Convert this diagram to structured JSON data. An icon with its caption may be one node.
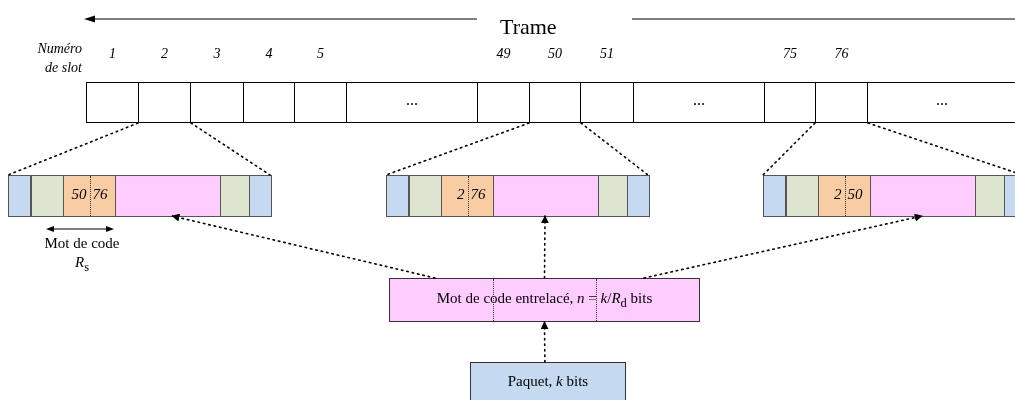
{
  "diagram": {
    "title": "Trame",
    "nodes": [
      {
        "text": [],
        "shape": "box",
        "beside": [
          "1"
        ]
      },
      {
        "text": [],
        "shape": "box",
        "beside": [
          "2"
        ]
      },
      {
        "text": [],
        "shape": "box",
        "beside": [
          "3"
        ]
      },
      {
        "text": [],
        "shape": "box",
        "beside": [
          "4"
        ]
      },
      {
        "text": [],
        "shape": "box",
        "beside": [
          "5"
        ]
      },
      {
        "text": [
          "..."
        ]
      },
      {
        "text": [],
        "shape": "box",
        "beside": [
          "49"
        ]
      },
      {
        "text": [],
        "shape": "box",
        "beside": [
          "50"
        ]
      },
      {
        "text": [],
        "shape": "box",
        "beside": [
          "51"
        ]
      },
      {
        "text": [
          "..."
        ]
      },
      {
        "text": [],
        "shape": "box",
        "beside": [
          "75"
        ]
      },
      {
        "text": [],
        "shape": "box",
        "beside": [
          "76"
        ]
      },
      {
        "text": [
          "..."
        ]
      },
      {
        "text": [],
        "shape": "bar"
      },
      {
        "text": [],
        "shape": "box",
        "in": 13
      },
      {
        "text": [],
        "shape": "box",
        "in": 13
      },
      {
        "text": [
          "50",
          "76"
        ],
        "in": 13
      },
      {
        "text": [],
        "shape": "box",
        "in": 13
      },
      {
        "text": [],
        "shape": "box",
        "in": 13
      },
      {
        "text": [],
        "shape": "box",
        "in": 13
      },
      {
        "text": [],
        "shape": "bar"
      },
      {
        "text": [],
        "shape": "box",
        "in": 20
      },
      {
        "text": [],
        "shape": "box",
        "in": 20
      },
      {
        "text": [
          "2",
          "76"
        ],
        "in": 20
      },
      {
        "text": [],
        "shape": "box",
        "in": 20
      },
      {
        "text": [],
        "shape": "box",
        "in": 20
      },
      {
        "text": [],
        "shape": "box",
        "in": 20
      },
      {
        "text": [],
        "shape": "bar"
      },
      {
        "text": [],
        "shape": "box",
        "in": 27
      },
      {
        "text": [],
        "shape": "box",
        "in": 27
      },
      {
        "text": [
          "2",
          "50"
        ],
        "in": 27
      },
      {
        "text": [],
        "shape": "box",
        "in": 27
      },
      {
        "text": [],
        "shape": "box",
        "in": 27
      },
      {
        "text": [],
        "shape": "box",
        "in": 27
      },
      {
        "text": [
          "Mot de code entrelacé, *n* = *k*/*R*$_{d}$ bits"
        ]
      },
      {
        "text": [
          "Paquet, *k* bits"
        ]
      }
    ],
    "edges": [
      {
        "from": 1,
        "to": 13,
        "arrow": "none",
        "style": "dashed"
      },
      {
        "from": 1,
        "to": 13,
        "arrow": "none",
        "style": "dashed"
      },
      {
        "from": 7,
        "to": 20,
        "arrow": "none",
        "style": "dashed"
      },
      {
        "from": 7,
        "to": 20,
        "arrow": "none",
        "style": "dashed"
      },
      {
        "from": 11,
        "to": 27,
        "arrow": "none",
        "style": "dashed"
      },
      {
        "from": 11,
        "to": 27,
        "arrow": "none",
        "style": "dashed"
      },
      {
        "from": 34,
        "to": 17,
        "arrow": "to",
        "style": "dashed"
      },
      {
        "from": 34,
        "to": 24,
        "arrow": "to",
        "style": "dashed"
      },
      {
        "from": 34,
        "to": 31,
        "arrow": "to",
        "style": "dashed"
      },
      {
        "from": 35,
        "to": 34,
        "arrow": "to",
        "style": "dashed"
      }
    ],
    "labels": [
      "Numéro de slot",
      "Mot de code",
      "*R*$_{s}$"
    ]
  }
}
